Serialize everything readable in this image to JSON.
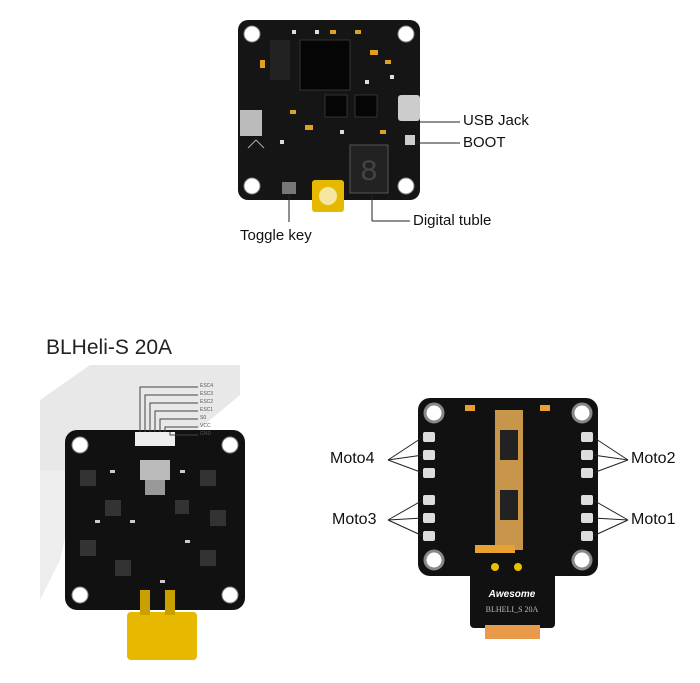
{
  "fc_board": {
    "labels": {
      "usb": "USB Jack",
      "boot": "BOOT",
      "digital": "Digital tuble",
      "toggle": "Toggle key"
    },
    "digit": "8"
  },
  "esc_left": {
    "title": "BLHeli-S 20A",
    "pins": [
      "ESC4",
      "ESC3",
      "ESC2",
      "ESC1",
      "S0",
      "VCC",
      "GND"
    ]
  },
  "esc_right": {
    "motors": {
      "m4": "Moto4",
      "m3": "Moto3",
      "m2": "Moto2",
      "m1": "Moto1"
    },
    "brand": "Awesome",
    "model": "BLHELI_S 20A"
  }
}
